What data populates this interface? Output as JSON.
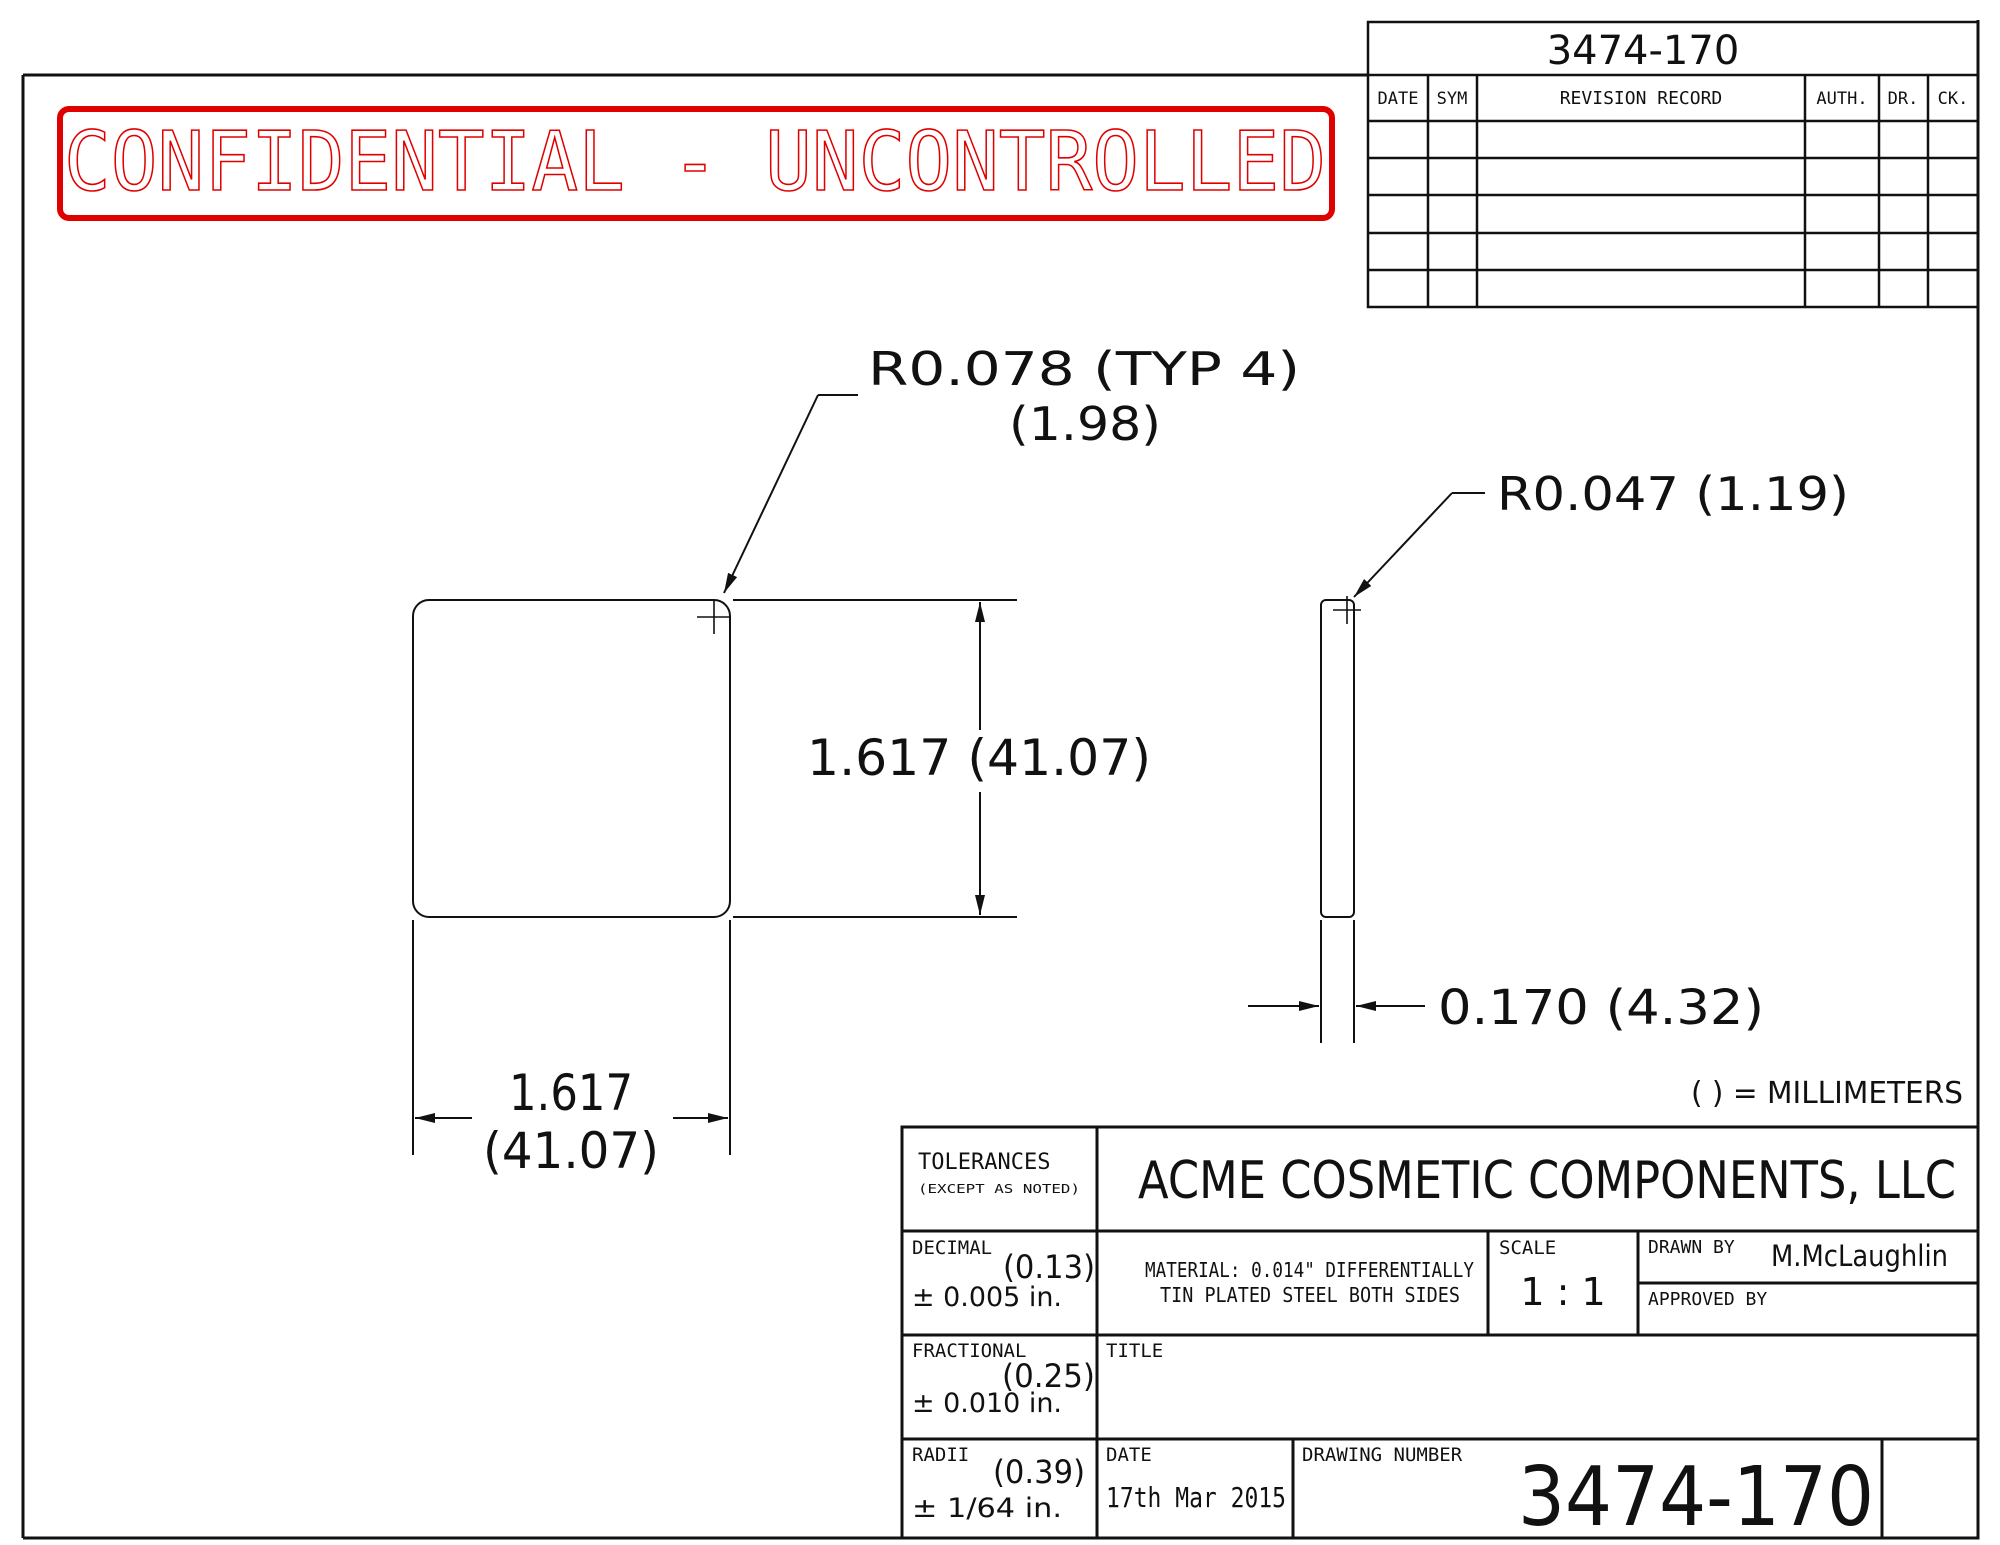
{
  "stamp": {
    "text": "CONFIDENTIAL - UNCONTROLLED",
    "color": "#e00000"
  },
  "revision_block": {
    "drawing_number": "3474-170",
    "headers": [
      "DATE",
      "SYM",
      "REVISION RECORD",
      "AUTH.",
      "DR.",
      "CK."
    ],
    "rows": [
      [
        "",
        "",
        "",
        "",
        "",
        ""
      ],
      [
        "",
        "",
        "",
        "",
        "",
        ""
      ],
      [
        "",
        "",
        "",
        "",
        "",
        ""
      ],
      [
        "",
        "",
        "",
        "",
        "",
        ""
      ],
      [
        "",
        "",
        "",
        "",
        "",
        ""
      ]
    ]
  },
  "front_view": {
    "corner_radius_label": "R0.078 (TYP 4)",
    "corner_radius_mm": "(1.98)",
    "height_label": "1.617 (41.07)",
    "width_label": "1.617",
    "width_mm": "(41.07)"
  },
  "side_view": {
    "corner_radius_label": "R0.047 (1.19)",
    "thickness_label": "0.170 (4.32)"
  },
  "units_note": "( ) = MILLIMETERS",
  "title_block": {
    "tolerances_label": "TOLERANCES",
    "tolerances_sub": "(EXCEPT AS NOTED)",
    "company": "ACME COSMETIC COMPONENTS, LLC",
    "decimal_label": "DECIMAL",
    "decimal_mm": "(0.13)",
    "decimal_value": "± 0.005 in.",
    "material_line1": "MATERIAL: 0.014\" DIFFERENTIALLY",
    "material_line2": "TIN PLATED STEEL BOTH SIDES",
    "scale_label": "SCALE",
    "scale_value": "1 : 1",
    "drawn_by_label": "DRAWN BY",
    "drawn_by_value": "M.McLaughlin",
    "approved_by_label": "APPROVED BY",
    "fractional_label": "FRACTIONAL",
    "fractional_mm": "(0.25)",
    "fractional_value": "± 0.010 in.",
    "title_label": "TITLE",
    "radii_label": "RADII",
    "radii_mm": "(0.39)",
    "radii_value": "± 1/64 in.",
    "date_label": "DATE",
    "date_value": "17th Mar 2015",
    "drawing_number_label": "DRAWING NUMBER",
    "drawing_number_value": "3474-170"
  }
}
